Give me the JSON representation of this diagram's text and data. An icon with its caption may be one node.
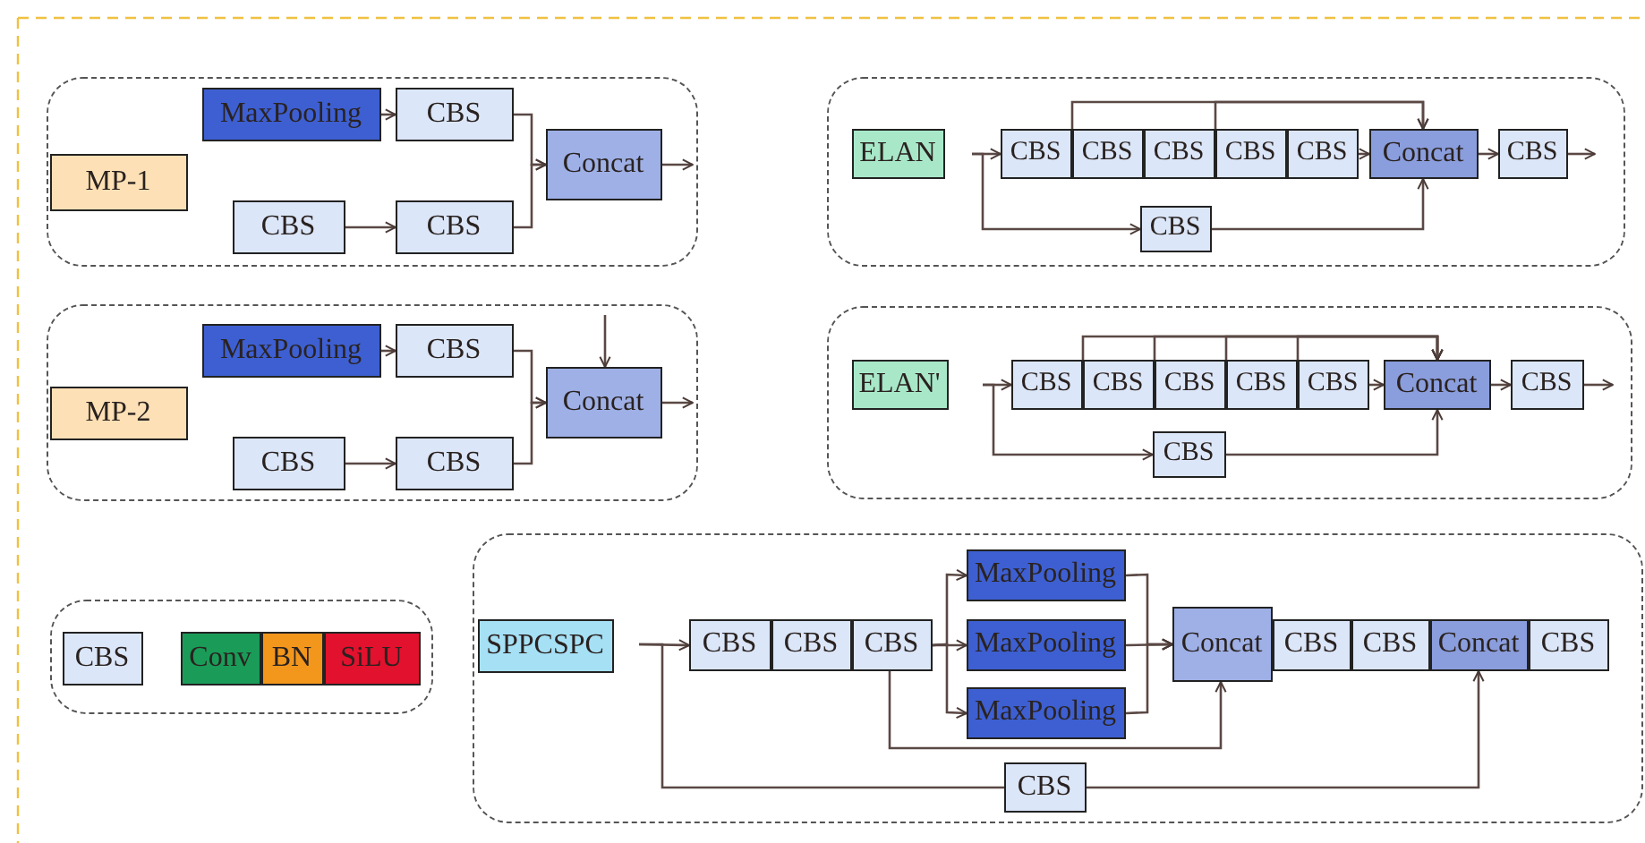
{
  "diagram": {
    "nodes": [
      {
        "text": [],
        "shape": "box"
      },
      {
        "text": [
          "MP-1"
        ],
        "in": 0
      },
      {
        "text": [
          "MaxPooling"
        ],
        "in": 0
      },
      {
        "text": [
          "CBS"
        ],
        "in": 0
      },
      {
        "text": [
          "CBS"
        ],
        "in": 0
      },
      {
        "text": [
          "CBS"
        ],
        "in": 0
      },
      {
        "text": [
          "Concat"
        ],
        "in": 0
      },
      {
        "text": [],
        "shape": "box"
      },
      {
        "text": [
          "MP-2"
        ],
        "in": 7
      },
      {
        "text": [
          "MaxPooling"
        ],
        "in": 7
      },
      {
        "text": [
          "CBS"
        ],
        "in": 7
      },
      {
        "text": [
          "CBS"
        ],
        "in": 7
      },
      {
        "text": [
          "CBS"
        ],
        "in": 7
      },
      {
        "text": [
          "Concat"
        ],
        "in": 7
      },
      {
        "text": [],
        "shape": "box"
      },
      {
        "text": [
          "ELAN"
        ],
        "in": 14
      },
      {
        "text": [
          "CBS"
        ],
        "in": 14
      },
      {
        "text": [
          "CBS"
        ],
        "in": 14
      },
      {
        "text": [
          "CBS"
        ],
        "in": 14
      },
      {
        "text": [
          "CBS"
        ],
        "in": 14
      },
      {
        "text": [
          "CBS"
        ],
        "in": 14
      },
      {
        "text": [
          "Concat"
        ],
        "in": 14
      },
      {
        "text": [
          "CBS"
        ],
        "in": 14
      },
      {
        "text": [
          "CBS"
        ],
        "in": 14
      },
      {
        "text": [],
        "shape": "box"
      },
      {
        "text": [
          "ELAN'"
        ],
        "in": 24
      },
      {
        "text": [
          "CBS"
        ],
        "in": 24
      },
      {
        "text": [
          "CBS"
        ],
        "in": 24
      },
      {
        "text": [
          "CBS"
        ],
        "in": 24
      },
      {
        "text": [
          "CBS"
        ],
        "in": 24
      },
      {
        "text": [
          "CBS"
        ],
        "in": 24
      },
      {
        "text": [
          "Concat"
        ],
        "in": 24
      },
      {
        "text": [
          "CBS"
        ],
        "in": 24
      },
      {
        "text": [
          "CBS"
        ],
        "in": 24
      },
      {
        "text": [],
        "shape": "box"
      },
      {
        "text": [
          "CBS"
        ],
        "in": 34
      },
      {
        "text": [
          "Conv"
        ],
        "in": 34
      },
      {
        "text": [
          "BN"
        ],
        "in": 34
      },
      {
        "text": [
          "SiLU"
        ],
        "in": 34
      },
      {
        "text": [],
        "shape": "box"
      },
      {
        "text": [
          "SPPCSPC"
        ],
        "in": 39
      },
      {
        "text": [
          "CBS"
        ],
        "in": 39
      },
      {
        "text": [
          "CBS"
        ],
        "in": 39
      },
      {
        "text": [
          "CBS"
        ],
        "in": 39
      },
      {
        "text": [
          "MaxPooling"
        ],
        "in": 39
      },
      {
        "text": [
          "MaxPooling"
        ],
        "in": 39
      },
      {
        "text": [
          "MaxPooling"
        ],
        "in": 39
      },
      {
        "text": [
          "Concat"
        ],
        "in": 39
      },
      {
        "text": [
          "CBS"
        ],
        "in": 39
      },
      {
        "text": [
          "CBS"
        ],
        "in": 39
      },
      {
        "text": [
          "Concat"
        ],
        "in": 39
      },
      {
        "text": [
          "CBS"
        ],
        "in": 39
      },
      {
        "text": [
          "CBS"
        ],
        "in": 39
      }
    ],
    "edges": [
      {
        "from": 2,
        "to": 3,
        "arrow": "to"
      },
      {
        "from": 4,
        "to": 5,
        "arrow": "to"
      },
      {
        "from": 3,
        "to": 6,
        "arrow": "to"
      },
      {
        "from": 5,
        "to": 6,
        "arrow": "to"
      },
      {
        "from": 6,
        "to": null,
        "arrow": "to"
      },
      {
        "from": 9,
        "to": 10,
        "arrow": "to"
      },
      {
        "from": 11,
        "to": 12,
        "arrow": "to"
      },
      {
        "from": 10,
        "to": 13,
        "arrow": "to"
      },
      {
        "from": 12,
        "to": 13,
        "arrow": "to"
      },
      {
        "from": null,
        "to": 13,
        "arrow": "to"
      },
      {
        "from": 13,
        "to": null,
        "arrow": "to"
      },
      {
        "from": null,
        "to": 16,
        "arrow": "to"
      },
      {
        "from": null,
        "to": 23,
        "arrow": "to"
      },
      {
        "from": 16,
        "to": 21,
        "arrow": "to"
      },
      {
        "from": 18,
        "to": 21,
        "arrow": "to"
      },
      {
        "from": 20,
        "to": 21,
        "arrow": "to"
      },
      {
        "from": 23,
        "to": 21,
        "arrow": "to"
      },
      {
        "from": 21,
        "to": 22,
        "arrow": "to"
      },
      {
        "from": 22,
        "to": null,
        "arrow": "to"
      },
      {
        "from": null,
        "to": 26,
        "arrow": "to"
      },
      {
        "from": null,
        "to": 33,
        "arrow": "to"
      },
      {
        "from": 26,
        "to": 31,
        "arrow": "to"
      },
      {
        "from": 27,
        "to": 31,
        "arrow": "to"
      },
      {
        "from": 28,
        "to": 31,
        "arrow": "to"
      },
      {
        "from": 29,
        "to": 31,
        "arrow": "to"
      },
      {
        "from": 30,
        "to": 31,
        "arrow": "to"
      },
      {
        "from": 33,
        "to": 31,
        "arrow": "to"
      },
      {
        "from": 31,
        "to": 32,
        "arrow": "to"
      },
      {
        "from": 32,
        "to": null,
        "arrow": "to"
      },
      {
        "from": null,
        "to": 41,
        "arrow": "to"
      },
      {
        "from": null,
        "to": 52,
        "arrow": "none"
      },
      {
        "from": 43,
        "to": 44,
        "arrow": "to"
      },
      {
        "from": 43,
        "to": 45,
        "arrow": "to"
      },
      {
        "from": 43,
        "to": 46,
        "arrow": "to"
      },
      {
        "from": 44,
        "to": 47,
        "arrow": "to"
      },
      {
        "from": 45,
        "to": 47,
        "arrow": "to"
      },
      {
        "from": 46,
        "to": 47,
        "arrow": "to"
      },
      {
        "from": 43,
        "to": 47,
        "arrow": "to"
      },
      {
        "from": 52,
        "to": 50,
        "arrow": "to"
      }
    ]
  }
}
